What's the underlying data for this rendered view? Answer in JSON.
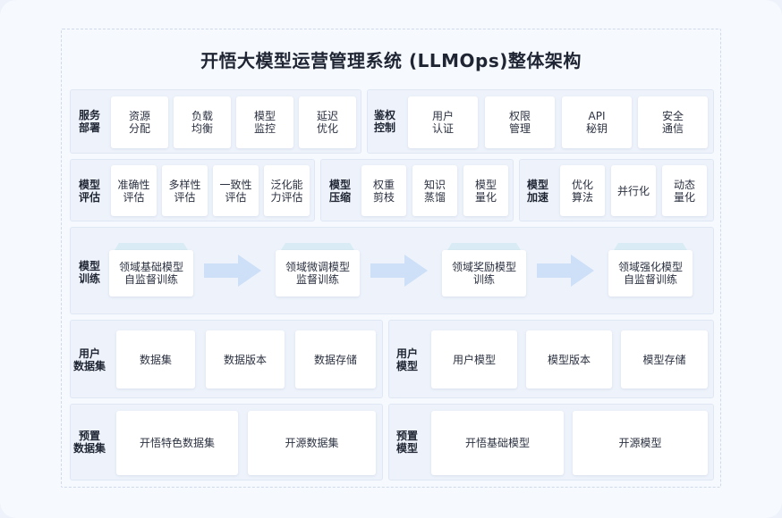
{
  "title": "开悟大模型运营管理系统 (LLMOps)整体架构",
  "colors": {
    "arrow": "#cde0f8",
    "panel": "#eef3fb",
    "box": "#ffffff",
    "accent_top": "#d9ecf5"
  },
  "deploy": {
    "label": "服务\n部署",
    "items": [
      "资源\n分配",
      "负载\n均衡",
      "模型\n监控",
      "延迟\n优化"
    ]
  },
  "auth": {
    "label": "鉴权\n控制",
    "items": [
      "用户\n认证",
      "权限\n管理",
      "API\n秘钥",
      "安全\n通信"
    ]
  },
  "eval": {
    "label": "模型\n评估",
    "items": [
      "准确性\n评估",
      "多样性\n评估",
      "一致性\n评估",
      "泛化能\n力评估"
    ]
  },
  "compress": {
    "label": "模型\n压缩",
    "items": [
      "权重\n剪枝",
      "知识\n蒸馏",
      "模型\n量化"
    ]
  },
  "accel": {
    "label": "模型\n加速",
    "items": [
      "优化\n算法",
      "并行化",
      "动态\n量化"
    ]
  },
  "training": {
    "label": "模型\n训练",
    "stages": [
      "领域基础模型\n自监督训练",
      "领域微调模型\n监督训练",
      "领域奖励模型\n训练",
      "领域强化模型\n自监督训练"
    ]
  },
  "user_data": {
    "label": "用户\n数据集",
    "items": [
      "数据集",
      "数据版本",
      "数据存储"
    ]
  },
  "user_model": {
    "label": "用户\n模型",
    "items": [
      "用户模型",
      "模型版本",
      "模型存储"
    ]
  },
  "preset_data": {
    "label": "预置\n数据集",
    "items": [
      "开悟特色数据集",
      "开源数据集"
    ]
  },
  "preset_model": {
    "label": "预置\n模型",
    "items": [
      "开悟基础模型",
      "开源模型"
    ]
  }
}
